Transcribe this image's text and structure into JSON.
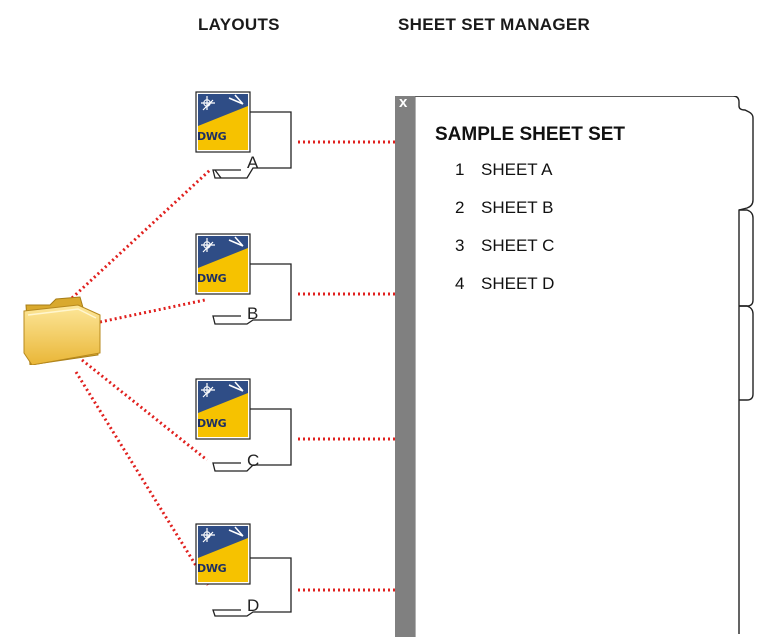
{
  "headings": {
    "layouts": "LAYOUTS",
    "sheet_set_manager": "SHEET SET MANAGER"
  },
  "layouts": [
    {
      "letter": "A",
      "file_icon": "dwg-file-icon",
      "badge": "DWG"
    },
    {
      "letter": "B",
      "file_icon": "dwg-file-icon",
      "badge": "DWG"
    },
    {
      "letter": "C",
      "file_icon": "dwg-file-icon",
      "badge": "DWG"
    },
    {
      "letter": "D",
      "file_icon": "dwg-file-icon",
      "badge": "DWG"
    }
  ],
  "folder_icon": "folder-icon",
  "panel": {
    "close_glyph": "x",
    "title": "SAMPLE SHEET SET",
    "sheets": [
      {
        "number": "1",
        "name": "SHEET A"
      },
      {
        "number": "2",
        "name": "SHEET B"
      },
      {
        "number": "3",
        "name": "SHEET C"
      },
      {
        "number": "4",
        "name": "SHEET D"
      }
    ]
  },
  "colors": {
    "connector": "#e0201e",
    "panel_strip": "#808080",
    "folder": "#f2cf52",
    "dwg_badge": "#f6c200",
    "dwg_blue": "#2f4d86"
  }
}
